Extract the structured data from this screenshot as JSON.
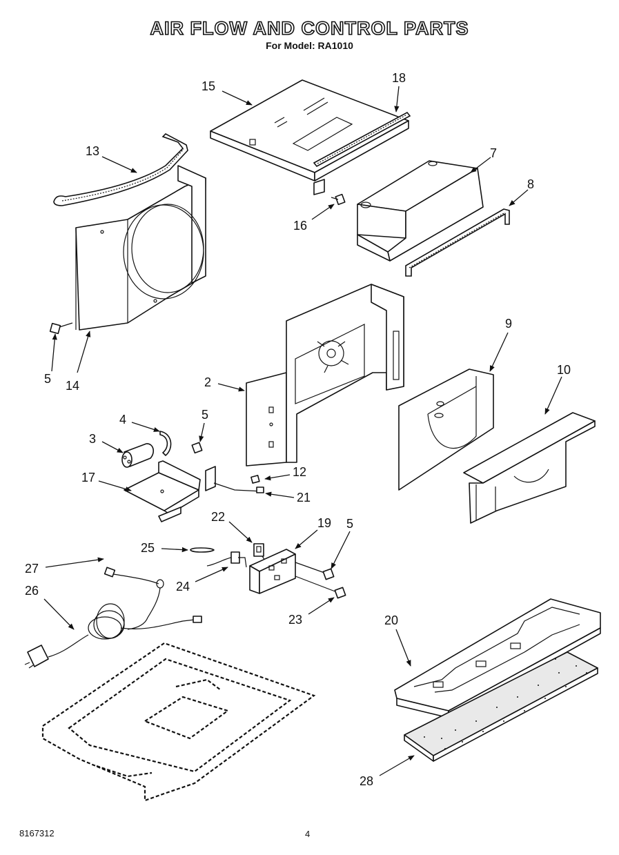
{
  "header": {
    "title": "AIR FLOW AND CONTROL PARTS",
    "subtitle": "For Model: RA1010"
  },
  "footer": {
    "doc_number": "8167312",
    "page_number": "4"
  },
  "callouts": [
    "15",
    "18",
    "13",
    "7",
    "8",
    "16",
    "5",
    "14",
    "2",
    "9",
    "10",
    "4",
    "5",
    "3",
    "12",
    "17",
    "21",
    "22",
    "19",
    "5",
    "25",
    "27",
    "24",
    "26",
    "23",
    "20",
    "28"
  ]
}
